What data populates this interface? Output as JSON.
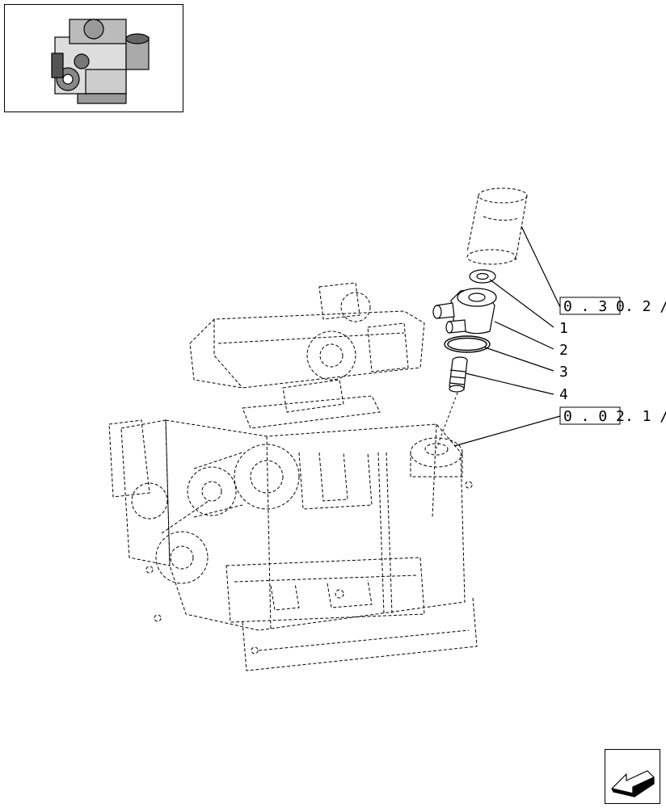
{
  "callouts": [
    {
      "label": "1"
    },
    {
      "label": "2"
    },
    {
      "label": "3"
    },
    {
      "label": "4"
    }
  ],
  "references": [
    {
      "code": "0 . 3 0",
      "suffix": ". 2 /"
    },
    {
      "code": "0 . 0 2",
      "suffix": ". 1 /"
    }
  ],
  "icons": {
    "thumbnail": "engine-thumbnail-icon",
    "navigation": "next-page-arrow-icon"
  }
}
